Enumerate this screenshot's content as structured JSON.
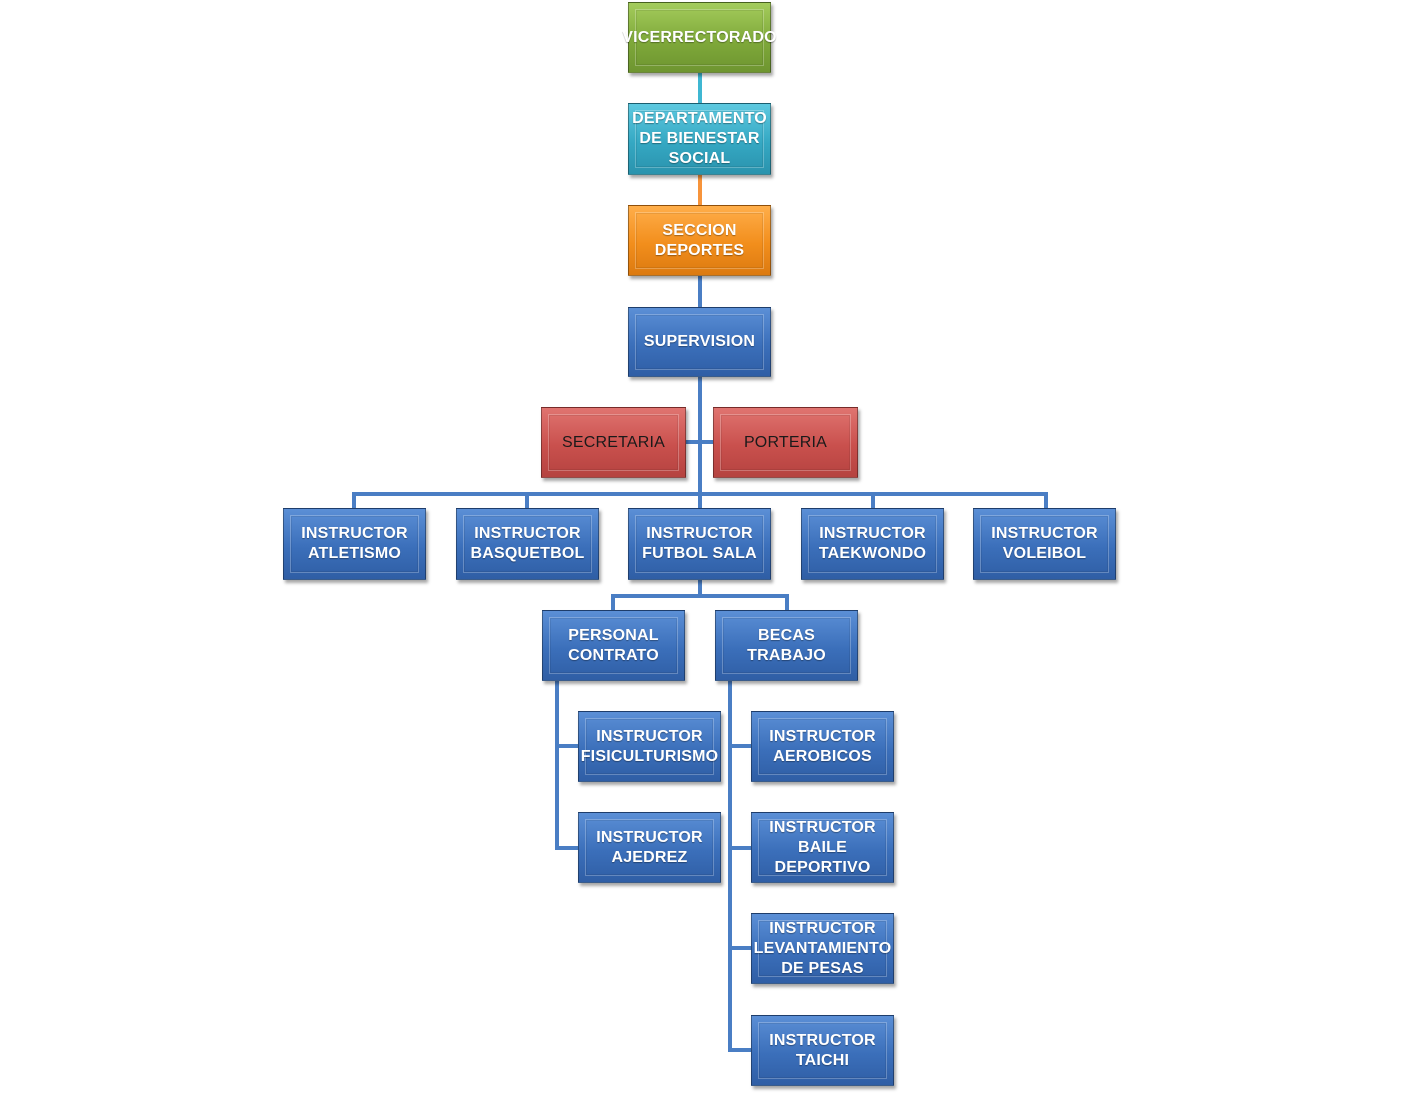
{
  "nodes": {
    "vicerrectorado": "VICERRECTORADO",
    "departamento": "DEPARTAMENTO\nDE BIENESTAR\nSOCIAL",
    "seccion": "SECCION\nDEPORTES",
    "supervision": "SUPERVISION",
    "secretaria": "SECRETARIA",
    "porteria": "PORTERIA",
    "atletismo": "INSTRUCTOR\nATLETISMO",
    "basquetbol": "INSTRUCTOR\nBASQUETBOL",
    "futbol_sala": "INSTRUCTOR\nFUTBOL SALA",
    "taekwondo": "INSTRUCTOR\nTAEKWONDO",
    "voleibol": "INSTRUCTOR\nVOLEIBOL",
    "personal_contrato": "PERSONAL\nCONTRATO",
    "becas_trabajo": "BECAS TRABAJO",
    "fisiculturismo": "INSTRUCTOR\nFISICULTURISMO",
    "ajedrez": "INSTRUCTOR\nAJEDREZ",
    "aerobicos": "INSTRUCTOR\nAEROBICOS",
    "baile_deportivo": "INSTRUCTOR\nBAILE DEPORTIVO",
    "levantamiento": "INSTRUCTOR\nLEVANTAMIENTO\nDE PESAS",
    "taichi": "INSTRUCTOR\nTAICHI"
  },
  "colors": {
    "green": "#8db645",
    "teal": "#3eb1cc",
    "orange": "#f79320",
    "blue": "#4179c6",
    "red": "#cd5753",
    "connector_blue": "#4a7ec4",
    "connector_teal": "#3fb7d2",
    "connector_orange": "#f7943b"
  }
}
